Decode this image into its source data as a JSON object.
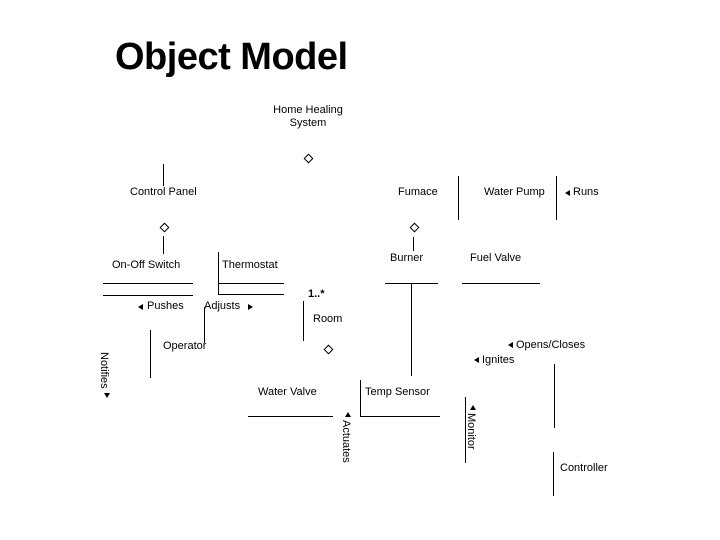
{
  "slide": {
    "title": "Object Model",
    "background": "#ffffff",
    "ink": "#000000"
  },
  "classes": [
    {
      "id": "home-heating-system",
      "name": "Home Healing\nSystem",
      "line1": "Home Healing",
      "line2": "System"
    },
    {
      "id": "control-panel",
      "name": "Control Panel"
    },
    {
      "id": "furnace",
      "name": "Fumace"
    },
    {
      "id": "water-pump",
      "name": "Water Pump"
    },
    {
      "id": "on-off-switch",
      "name": "On-Off Switch"
    },
    {
      "id": "thermostat",
      "name": "Thermostat"
    },
    {
      "id": "burner",
      "name": "Burner"
    },
    {
      "id": "fuel-valve",
      "name": "Fuel Valve"
    },
    {
      "id": "room",
      "name": "Room"
    },
    {
      "id": "operator",
      "name": "Operator"
    },
    {
      "id": "water-valve",
      "name": "Water Valve"
    },
    {
      "id": "temp-sensor",
      "name": "Temp Sensor"
    },
    {
      "id": "controller",
      "name": "Controller"
    }
  ],
  "associations": [
    {
      "id": "runs",
      "label": "Runs",
      "direction": "left"
    },
    {
      "id": "pushes",
      "label": "Pushes",
      "direction": "left"
    },
    {
      "id": "adjusts",
      "label": "Adjusts",
      "direction": "right"
    },
    {
      "id": "opens-closes",
      "label": "Opens/Closes",
      "direction": "left"
    },
    {
      "id": "ignites",
      "label": "Ignites",
      "direction": "left"
    },
    {
      "id": "actuates",
      "label": "Actuates",
      "direction": "up",
      "rotated": true
    },
    {
      "id": "monitor",
      "label": "Monitor",
      "direction": "up",
      "rotated": true
    },
    {
      "id": "notifies",
      "label": "Notifies",
      "direction": "down",
      "rotated": true
    }
  ],
  "multiplicities": [
    {
      "id": "room-multiplicity",
      "label": "1..*"
    }
  ]
}
